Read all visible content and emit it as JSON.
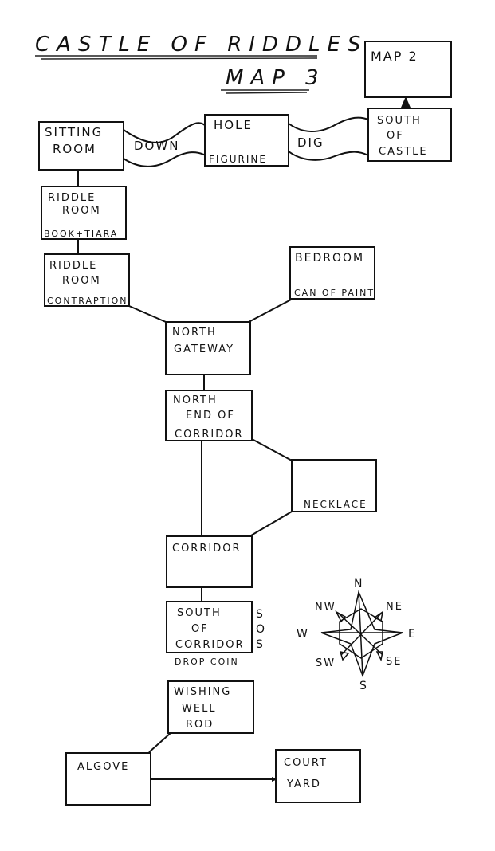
{
  "title": {
    "main": "CASTLE OF RIDDLES",
    "sub": "MAP 3"
  },
  "rooms": {
    "map2": {
      "lines": [
        "MAP 2"
      ],
      "item": ""
    },
    "sitting_room": {
      "lines": [
        "SITTING",
        "ROOM"
      ],
      "item": ""
    },
    "hole": {
      "lines": [
        "HOLE"
      ],
      "item": "FIGURINE"
    },
    "south_of_castle": {
      "lines": [
        "SOUTH",
        "OF",
        "CASTLE"
      ],
      "item": ""
    },
    "riddle_room_1": {
      "lines": [
        "RIDDLE",
        "ROOM"
      ],
      "item": "BOOK+TIARA"
    },
    "riddle_room_2": {
      "lines": [
        "RIDDLE",
        "ROOM"
      ],
      "item": "CONTRAPTION"
    },
    "bedroom": {
      "lines": [
        "BEDROOM"
      ],
      "item": "CAN OF PAINT"
    },
    "north_gateway": {
      "lines": [
        "NORTH",
        "GATEWAY"
      ],
      "item": ""
    },
    "north_end_corridor": {
      "lines": [
        "NORTH",
        "END OF",
        "CORRIDOR"
      ],
      "item": ""
    },
    "necklace_room": {
      "lines": [],
      "item": "NECKLACE"
    },
    "corridor": {
      "lines": [
        "CORRIDOR"
      ],
      "item": ""
    },
    "south_of_corridor": {
      "lines": [
        "SOUTH",
        "OF",
        "CORRIDOR"
      ],
      "item": "",
      "side_note": [
        "S",
        "O",
        "S"
      ],
      "action": "DROP COIN"
    },
    "wishing_well": {
      "lines": [
        "WISHING",
        "WELL"
      ],
      "item": "ROD"
    },
    "alcove": {
      "lines": [
        "ALGOVE"
      ],
      "item": ""
    },
    "court_yard": {
      "lines": [
        "COURT",
        "YARD"
      ],
      "item": ""
    }
  },
  "passages": {
    "down": "DOWN",
    "dig": "DIG"
  },
  "compass": {
    "n": "N",
    "ne": "NE",
    "e": "E",
    "se": "SE",
    "s": "S",
    "sw": "SW",
    "w": "W",
    "nw": "NW"
  },
  "colors": {
    "ink": "#111111",
    "paper": "#ffffff"
  }
}
